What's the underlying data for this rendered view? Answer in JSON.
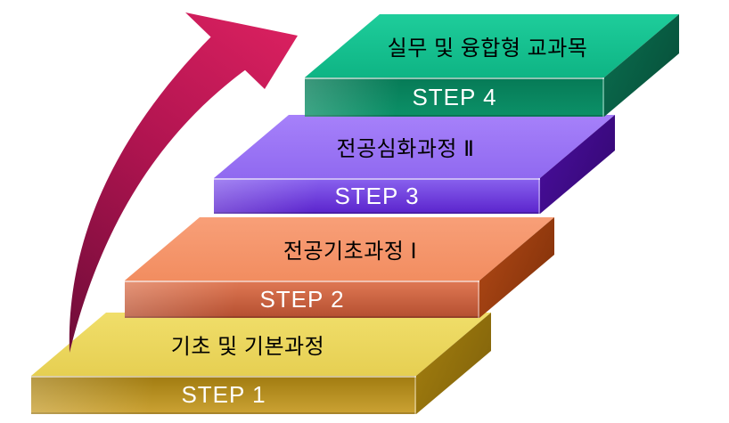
{
  "diagram": {
    "background": "#FFFFFF",
    "arrow": {
      "tail_color": "#6E0C38",
      "mid_color": "#B01450",
      "head_color": "#D9205F"
    },
    "steps": [
      {
        "step_label": "STEP 1",
        "title": "기초 및 기본과정",
        "colors": {
          "top_light": "#F0DE6A",
          "top_dark": "#E6CF52",
          "front_top": "#A07B10",
          "front_bottom": "#CCA334",
          "side_light": "#A5800F",
          "side_dark": "#7E600A"
        }
      },
      {
        "step_label": "STEP 2",
        "title": "전공기초과정 Ⅰ",
        "colors": {
          "top_light": "#F89F78",
          "top_dark": "#F28D60",
          "front_top": "#E07954",
          "front_bottom": "#B44E30",
          "side_light": "#B34A17",
          "side_dark": "#7E2F08"
        }
      },
      {
        "step_label": "STEP 3",
        "title": "전공심화과정 Ⅱ",
        "colors": {
          "top_light": "#A681FA",
          "top_dark": "#9069F0",
          "front_top": "#8A63EF",
          "front_bottom": "#5A23CC",
          "side_light": "#4A0FA0",
          "side_dark": "#33076F"
        }
      },
      {
        "step_label": "STEP 4",
        "title": "실무 및 융합형 교과목",
        "colors": {
          "top_light": "#1ECD9B",
          "top_dark": "#0EB484",
          "front_top": "#067A56",
          "front_bottom": "#0C9168",
          "side_light": "#0B6F50",
          "side_dark": "#064C37"
        }
      }
    ]
  }
}
